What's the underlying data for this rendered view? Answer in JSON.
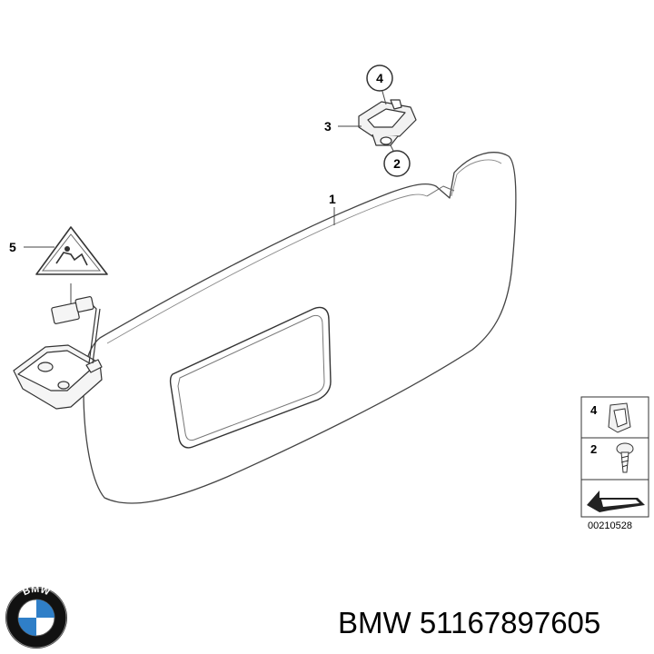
{
  "callouts": {
    "c1": "1",
    "c2": "2",
    "c3": "3",
    "c4": "4",
    "c5": "5"
  },
  "legend": {
    "row1_number": "4",
    "row2_number": "2"
  },
  "diagram_code": "00210528",
  "logo_text": "BMW",
  "brand": "BMW",
  "part_number": "51167897605"
}
